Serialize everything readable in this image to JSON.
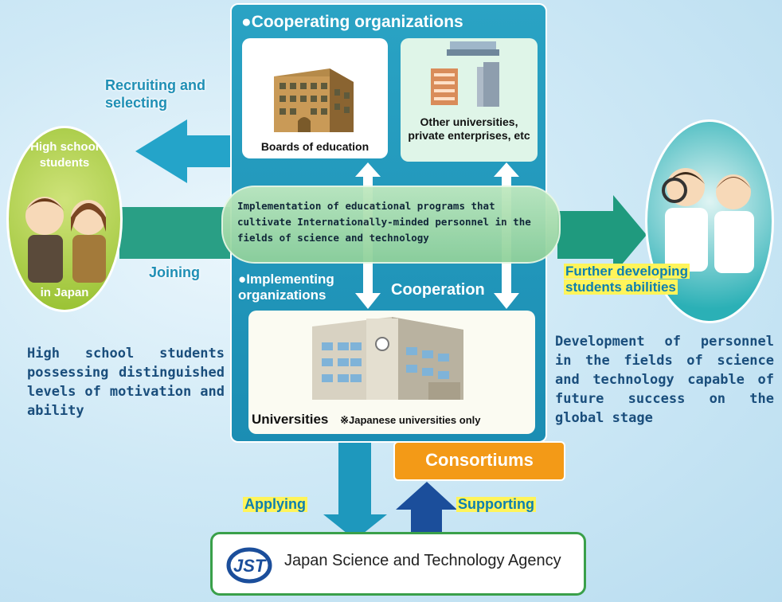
{
  "cooperating": {
    "heading": "Cooperating organizations",
    "boards": "Boards of education",
    "others": "Other universities, private enterprises, etc"
  },
  "program": "Implementation of educational programs that cultivate Internationally-minded personnel in the fields of science and technology",
  "implementing": {
    "heading": "Implementing organizations",
    "cooperation": "Cooperation",
    "universities": "Universities",
    "note": "※Japanese universities only"
  },
  "left": {
    "recruiting": "Recruiting and selecting",
    "joining": "Joining",
    "circle_top": "High school students",
    "circle_bottom": "in Japan",
    "description": "High school students possessing distinguished levels of motivation and ability"
  },
  "right": {
    "further": "Further developing students abilities",
    "description": "Development of personnel in the fields of science and technology capable of future success on the global stage"
  },
  "bottom": {
    "consortiums": "Consortiums",
    "applying": "Applying",
    "supporting": "Supporting",
    "jst_logo": "JST",
    "jst_name": "Japan Science and Technology Agency"
  },
  "colors": {
    "panel": "#1b8db3",
    "arrow_teal": "#1e98bd",
    "arrow_green": "#1f9a7e",
    "orange": "#f39a17",
    "navy": "#1b4e9b"
  }
}
